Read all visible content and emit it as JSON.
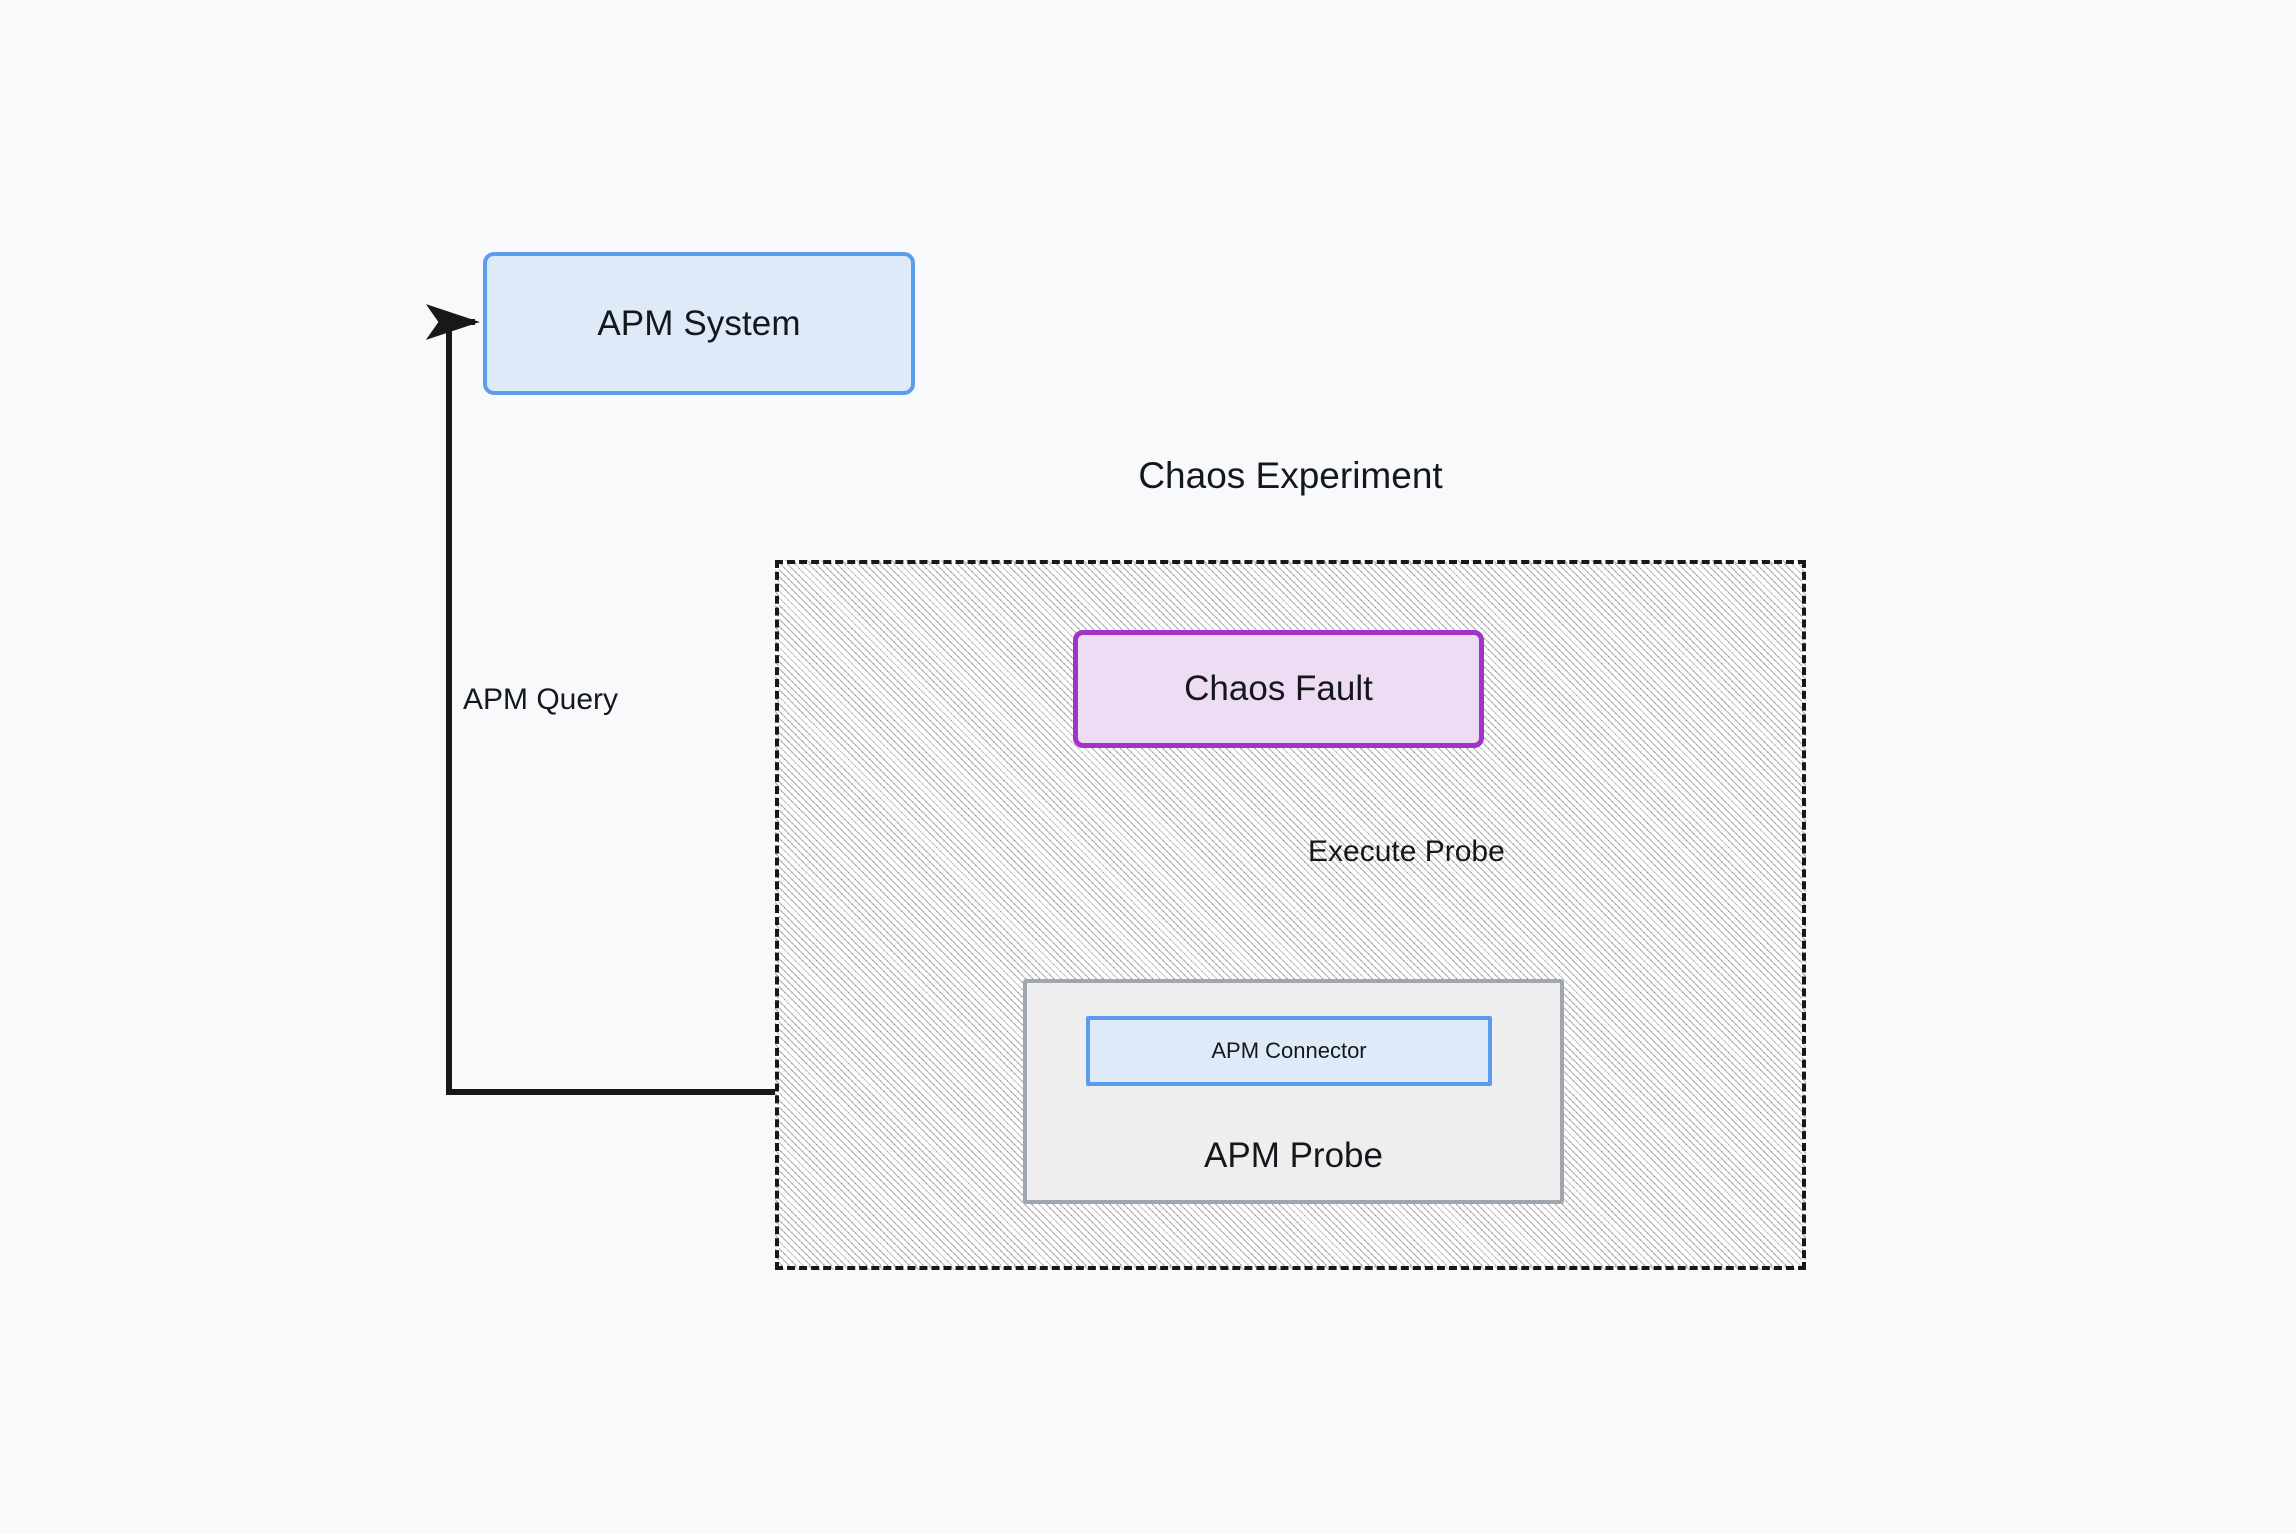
{
  "diagram": {
    "title": "Chaos Experiment",
    "background_color": "#f8f9fb",
    "nodes": {
      "apm_system": {
        "label": "APM System",
        "fill": "#dfeaf9",
        "stroke": "#5d9cec"
      },
      "chaos_fault": {
        "label": "Chaos Fault",
        "fill": "#eedcf4",
        "stroke": "#a233c7"
      },
      "apm_probe": {
        "label": "APM Probe",
        "fill": "#eeeeee",
        "stroke": "#a0a6ae"
      },
      "apm_connector": {
        "label": "APM Connector",
        "fill": "#dfeaf9",
        "stroke": "#5d9cec"
      },
      "chaos_experiment": {
        "label": "Chaos Experiment",
        "stroke": "#18181b",
        "fill": "#ececec"
      }
    },
    "edges": [
      {
        "label": "Execute Probe",
        "from": "chaos_fault",
        "to": "apm_probe",
        "stroke": "#18181b"
      },
      {
        "label": "APM Query",
        "from": "apm_connector",
        "to": "apm_system",
        "stroke": "#18181b"
      }
    ]
  }
}
